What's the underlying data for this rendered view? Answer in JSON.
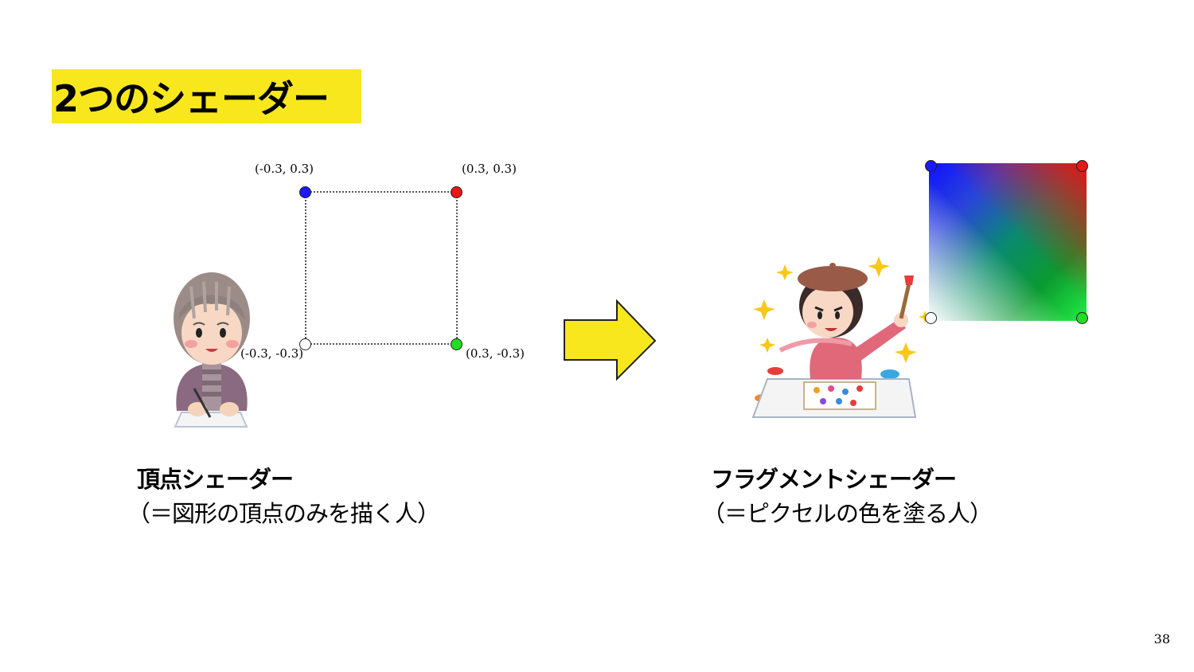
{
  "slide": {
    "title": "2つのシェーダー",
    "page_number": "38"
  },
  "vertex_diagram": {
    "top_left": "(-0.3, 0.3)",
    "top_right": "(0.3, 0.3)",
    "bottom_left": "(-0.3, -0.3)",
    "bottom_right": "(0.3, -0.3)",
    "colors": {
      "top_left": "#1a1aff",
      "top_right": "#e81818",
      "bottom_left": "#ffffff",
      "bottom_right": "#22dd22"
    }
  },
  "left_caption": {
    "title": "頂点シェーダー",
    "subtitle": "（＝図形の頂点のみを描く人）"
  },
  "right_caption": {
    "title": "フラグメントシェーダー",
    "subtitle": "（＝ピクセルの色を塗る人）"
  },
  "accent_color": "#f8e71c"
}
